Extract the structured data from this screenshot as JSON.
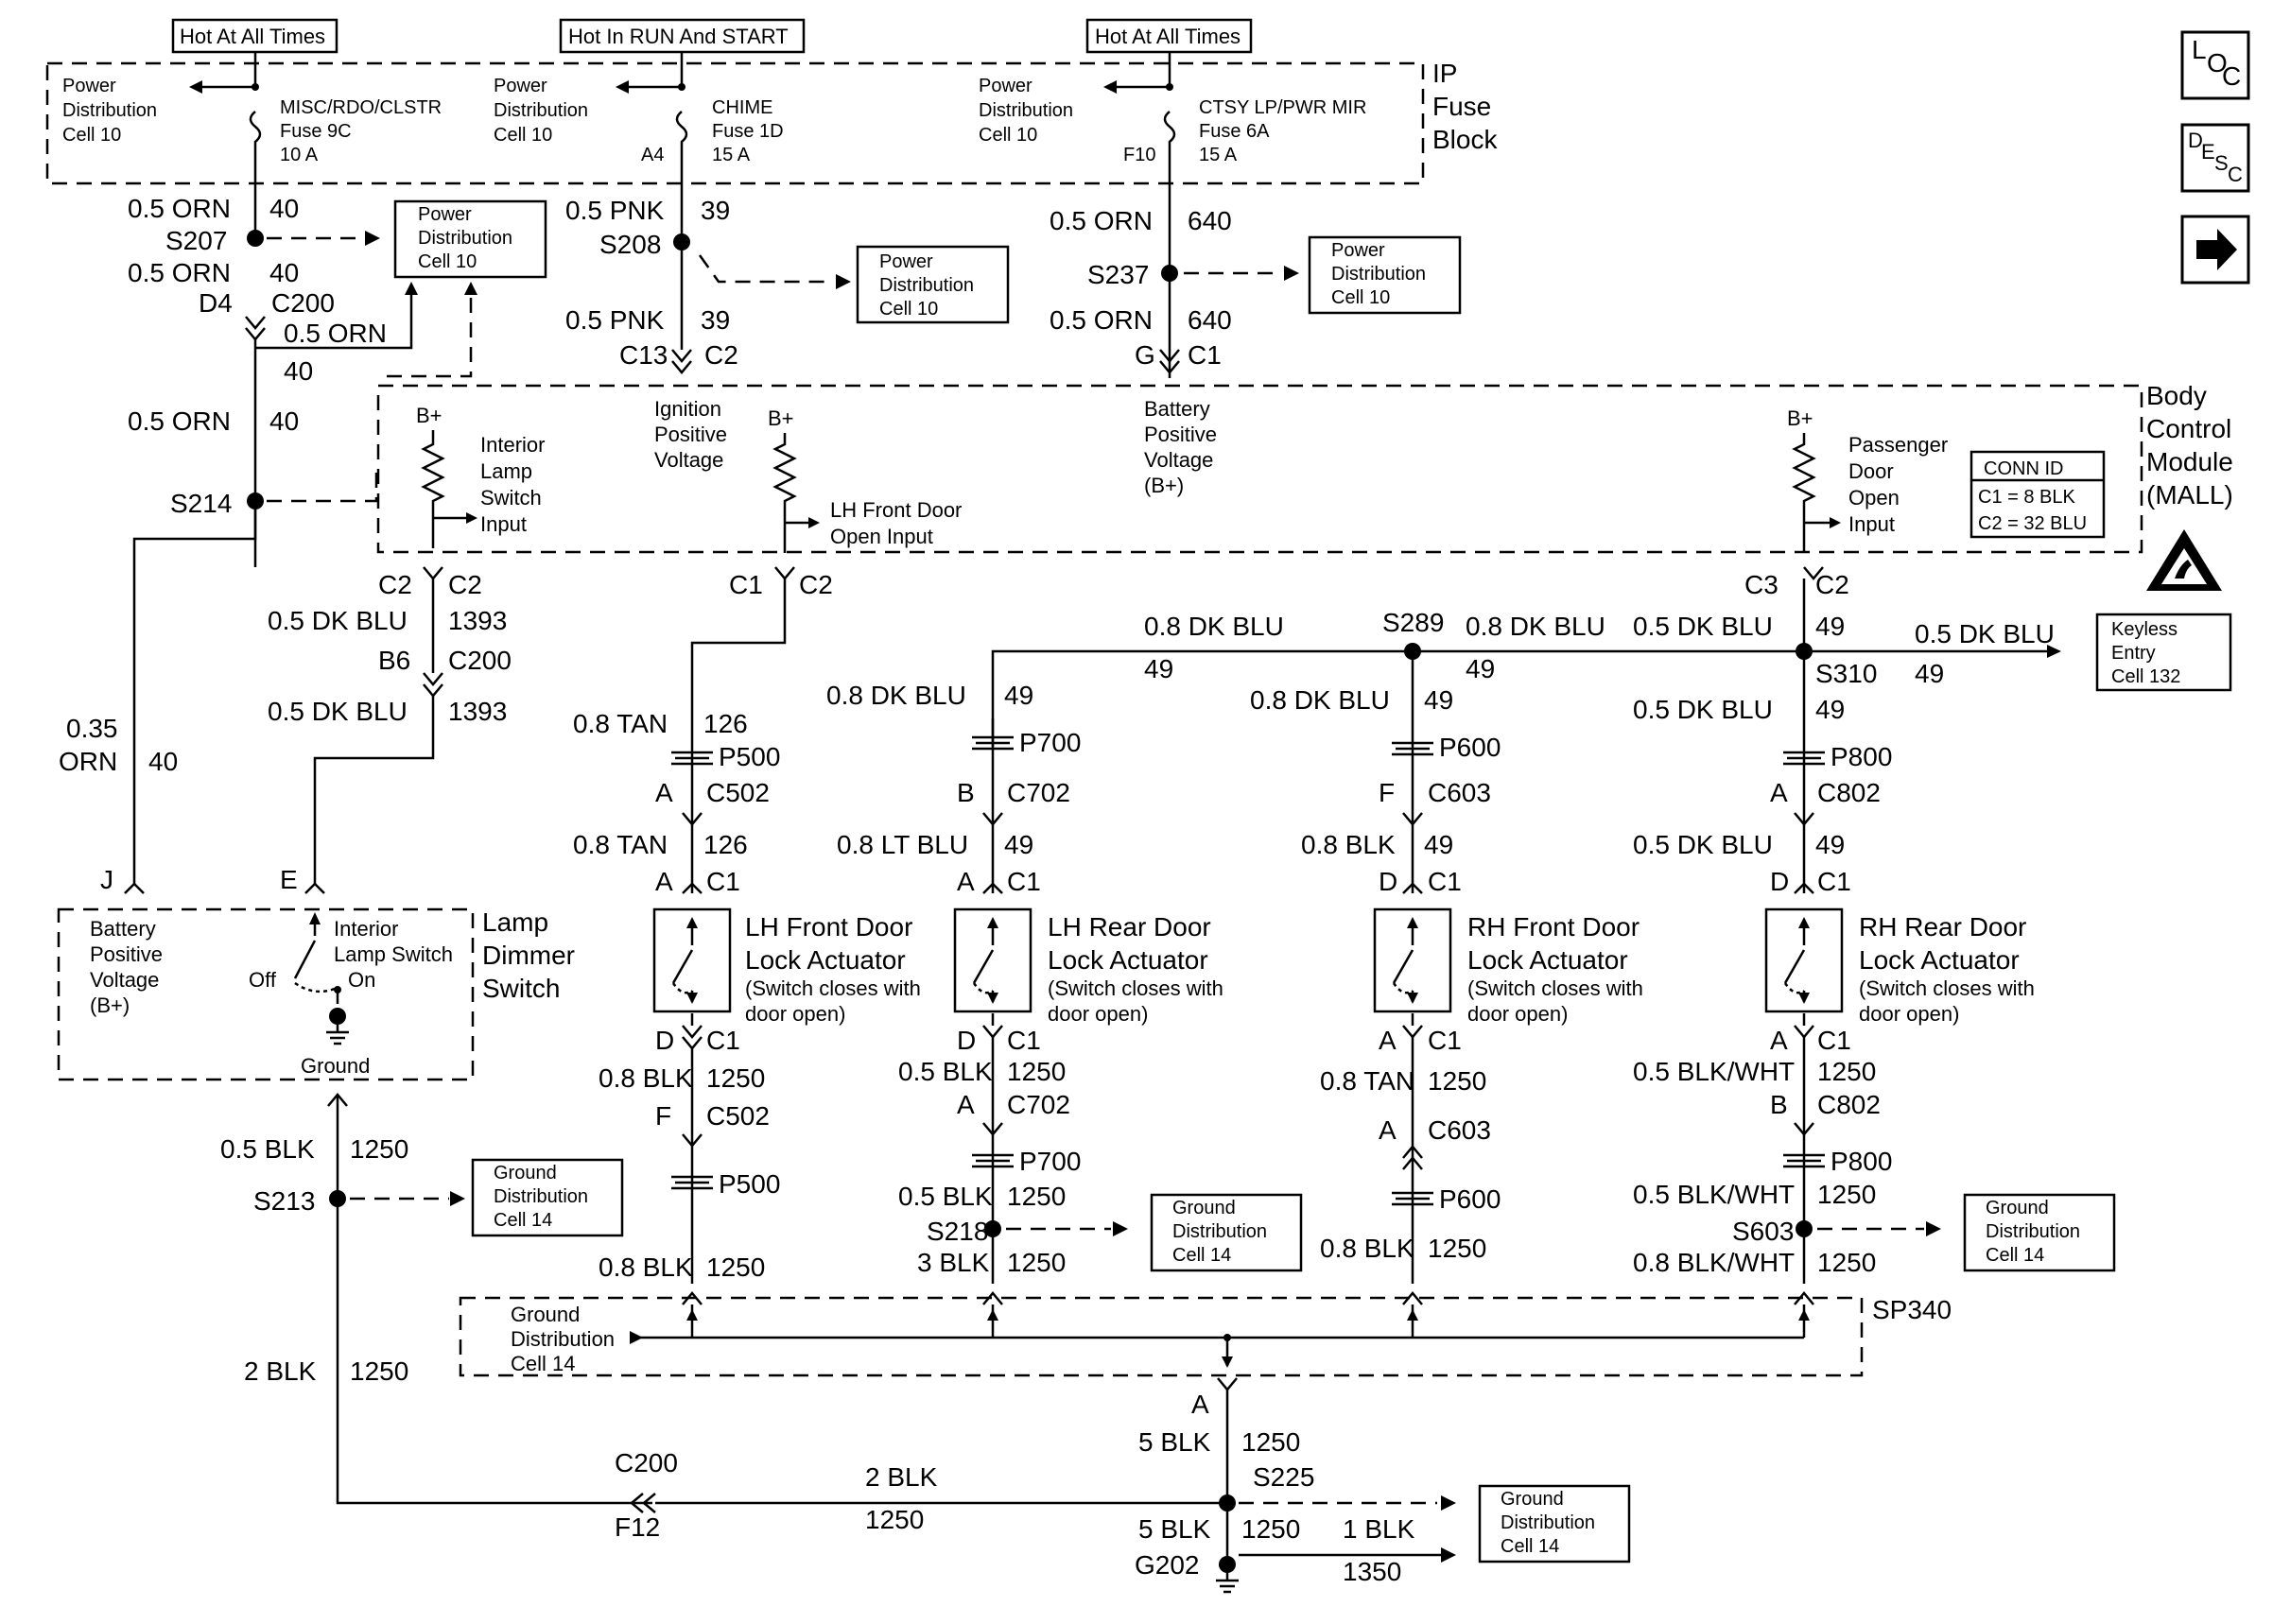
{
  "header_boxes": [
    "Hot At All Times",
    "Hot In RUN And START",
    "Hot At All Times"
  ],
  "ip_fuse_block": {
    "title_line1": "IP",
    "title_line2": "Fuse",
    "title_line3": "Block"
  },
  "fuses": [
    {
      "feed1": "Power",
      "feed2": "Distribution",
      "feed3": "Cell 10",
      "name": "MISC/RDO/CLSTR",
      "fuse": "Fuse 9C",
      "amps": "10 A",
      "pin": ""
    },
    {
      "feed1": "Power",
      "feed2": "Distribution",
      "feed3": "Cell 10",
      "name": "CHIME",
      "fuse": "Fuse 1D",
      "amps": "15 A",
      "pin": "A4"
    },
    {
      "feed1": "Power",
      "feed2": "Distribution",
      "feed3": "Cell 10",
      "name": "CTSY LP/PWR MIR",
      "fuse": "Fuse 6A",
      "amps": "15 A",
      "pin": "F10"
    }
  ],
  "refboxes": [
    {
      "l1": "Power",
      "l2": "Distribution",
      "l3": "Cell 10"
    },
    {
      "l1": "Power",
      "l2": "Distribution",
      "l3": "Cell 10"
    },
    {
      "l1": "Power",
      "l2": "Distribution",
      "l3": "Cell 10"
    },
    {
      "l1": "Keyless",
      "l2": "Entry",
      "l3": "Cell 132"
    },
    {
      "l1": "Ground",
      "l2": "Distribution",
      "l3": "Cell 14"
    },
    {
      "l1": "Ground",
      "l2": "Distribution",
      "l3": "Cell 14"
    },
    {
      "l1": "Ground",
      "l2": "Distribution",
      "l3": "Cell 14"
    },
    {
      "l1": "Ground",
      "l2": "Distribution",
      "l3": "Cell 14"
    }
  ],
  "bcm": {
    "title": [
      "Body",
      "Control",
      "Module",
      "(MALL)"
    ],
    "conn_id_title": "CONN ID",
    "conn_id_rows": [
      "C1 = 8 BLK",
      "C2 = 32 BLU"
    ],
    "bplus": "B+",
    "interior_input": [
      "Interior",
      "Lamp",
      "Switch",
      "Input"
    ],
    "ign_voltage": [
      "Ignition",
      "Positive",
      "Voltage"
    ],
    "lh_front_door_input": [
      "LH Front Door",
      "Open Input"
    ],
    "batt_voltage": [
      "Battery",
      "Positive",
      "Voltage",
      "(B+)"
    ],
    "pass_door_input": [
      "Passenger",
      "Door",
      "Open",
      "Input"
    ]
  },
  "dimmer": {
    "title": [
      "Lamp",
      "Dimmer",
      "Switch"
    ],
    "battery": [
      "Battery",
      "Positive",
      "Voltage",
      "(B+)"
    ],
    "switch": [
      "Interior",
      "Lamp Switch"
    ],
    "off": "Off",
    "on": "On",
    "ground": "Ground",
    "pin_j": "J",
    "pin_e": "E"
  },
  "actuators": [
    {
      "title1": "LH Front Door",
      "title2": "Lock Actuator"
    },
    {
      "title1": "LH Rear Door",
      "title2": "Lock Actuator"
    },
    {
      "title1": "RH Front Door",
      "title2": "Lock Actuator"
    },
    {
      "title1": "RH Rear Door",
      "title2": "Lock Actuator"
    }
  ],
  "actuator_note": [
    "(Switch closes with",
    "door open)"
  ],
  "ground_distribution": {
    "label": [
      "Ground",
      "Distribution",
      "Cell 14"
    ],
    "splice": "SP340"
  },
  "labels": {
    "s207": "S207",
    "s208": "S208",
    "s237": "S237",
    "s214": "S214",
    "s213": "S213",
    "s218": "S218",
    "s225": "S225",
    "s289": "S289",
    "s310": "S310",
    "s603": "S603",
    "g202": "G202",
    "c200": "C200",
    "f12": "F12",
    "d4": "D4",
    "c13": "C13",
    "c2": "C2",
    "c1": "C1",
    "c3": "C3",
    "g": "G",
    "b6": "B6",
    "a": "A",
    "b": "B",
    "d": "D",
    "f": "F",
    "p500": "P500",
    "p700": "P700",
    "p600": "P600",
    "p800": "P800",
    "c502": "C502",
    "c702": "C702",
    "c603": "C603",
    "c802": "C802",
    "w_05orn": "0.5 ORN",
    "w_05pnk": "0.5 PNK",
    "w_05dkblu": "0.5 DK BLU",
    "w_08dkblu": "0.8 DK BLU",
    "w_08tan": "0.8 TAN",
    "w_08ltblu": "0.8 LT BLU",
    "w_08blk": "0.8 BLK",
    "w_05blk": "0.5 BLK",
    "w_05blkwht": "0.5 BLK/WHT",
    "w_08blkwht": "0.8 BLK/WHT",
    "w_2blk": "2 BLK",
    "w_3blk": "3 BLK",
    "w_5blk": "5 BLK",
    "w_1blk": "1 BLK",
    "w_035": "0.35",
    "w_orn": "ORN",
    "c40": "40",
    "c39": "39",
    "c640": "640",
    "c1393": "1393",
    "c126": "126",
    "c49": "49",
    "c1250": "1250",
    "c1350": "1350"
  },
  "nav": {
    "loc": "LOC",
    "desc": "DESC",
    "next_icon": "right-arrow-icon"
  }
}
